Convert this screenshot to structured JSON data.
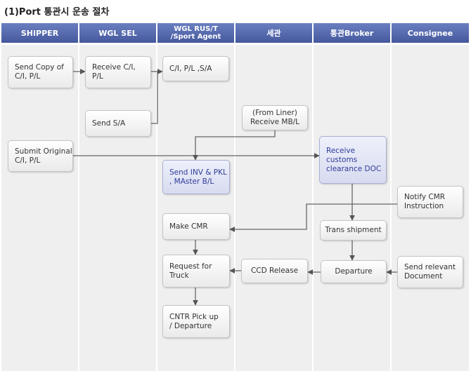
{
  "title": "(1)Port 통관시 운송 절차",
  "lanes": [
    "SHIPPER",
    "WGL SEL",
    "WGL RUS/T\n/Sport Agent",
    "세관",
    "통관Broker",
    "Consignee"
  ],
  "nodes": {
    "send_copy": "Send Copy of\nC/I, P/L",
    "receive_ci": "Receive C/I,\nP/L",
    "ci_pl_sa": "C/I, P/L ,S/A",
    "send_sa": "Send S/A",
    "from_liner": "(From Liner)\nReceive MB/L",
    "submit_original": "Submit Original\nC/I, P/L",
    "receive_customs": "Receive\ncustoms\nclearance DOC",
    "send_inv": "Send INV & PKL\n, MAster B/L",
    "notify_cmr": "Notify CMR\nInstruction",
    "make_cmr": "Make CMR",
    "trans_shipment": "Trans shipment",
    "request_truck": "Request for\nTruck",
    "ccd_release": "CCD Release",
    "departure": "Departure",
    "send_relevant": "Send relevant\nDocument",
    "cntr_pickup": "CNTR Pick up\n/ Departure"
  }
}
